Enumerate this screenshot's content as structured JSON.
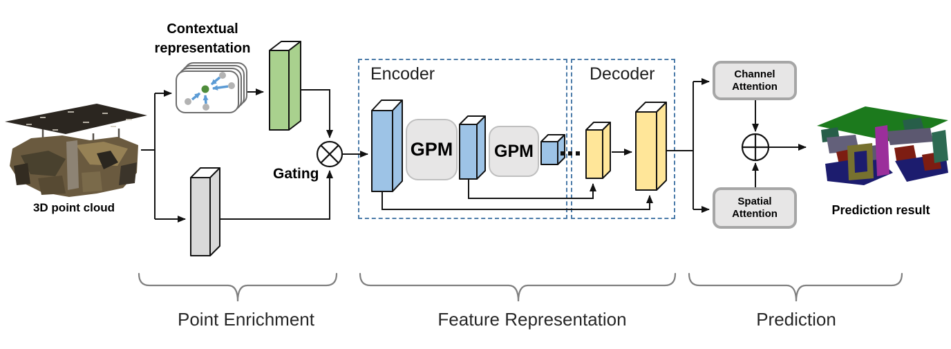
{
  "figure": {
    "input": {
      "caption": "3D point cloud"
    },
    "point_enrichment": {
      "contextual_label_line1": "Contextual",
      "contextual_label_line2": "representation",
      "gating_label": "Gating"
    },
    "feature_representation": {
      "encoder_label": "Encoder",
      "decoder_label": "Decoder",
      "gpm_modules": [
        {
          "label": "GPM"
        },
        {
          "label": "GPM"
        }
      ]
    },
    "prediction": {
      "channel_attention_line1": "Channel",
      "channel_attention_line2": "Attention",
      "spatial_attention_line1": "Spatial",
      "spatial_attention_line2": "Attention",
      "result_caption": "Prediction result"
    },
    "stages": [
      {
        "label": "Point Enrichment"
      },
      {
        "label": "Feature Representation"
      },
      {
        "label": "Prediction"
      }
    ],
    "operators": {
      "gating": "⊗",
      "fusion": "⊕"
    }
  },
  "colors": {
    "bar_green": "#a9d18e",
    "bar_gray": "#d9d9d9",
    "bar_blue": "#9dc3e6",
    "bar_yellow": "#ffe699",
    "module_fill": "#e7e6e6",
    "module_border": "#bfbfbf",
    "attention_border": "#a6a6a6",
    "dashed_border": "#4a7aa8",
    "brace": "#7f7f7f",
    "edge_blue": "#5b9bd5",
    "node_green": "#4e8c3a",
    "node_gray": "#b3b3b3"
  }
}
